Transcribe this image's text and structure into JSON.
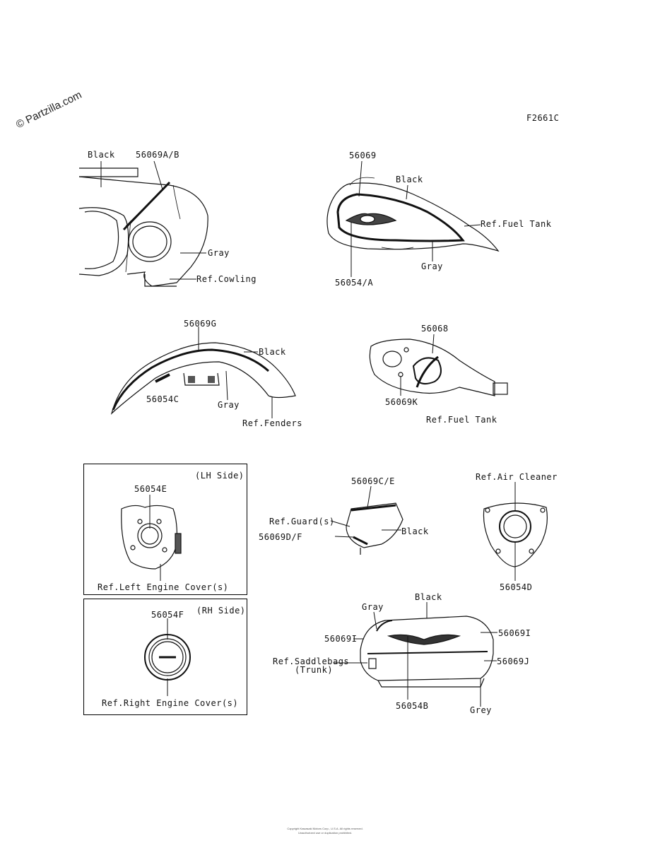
{
  "watermark": "© Partzilla.com",
  "figure_code": "F2661C",
  "labels": {
    "black_cowl": "Black",
    "p56069AB": "56069A/B",
    "gray_cowl": "Gray",
    "ref_cowling": "Ref.Cowling",
    "p56069": "56069",
    "black_tank": "Black",
    "ref_fuel_tank_1": "Ref.Fuel Tank",
    "gray_tank": "Gray",
    "p56054A": "56054/A",
    "p56069G": "56069G",
    "black_fender": "Black",
    "p56054C": "56054C",
    "gray_fender": "Gray",
    "ref_fenders": "Ref.Fenders",
    "p56068": "56068",
    "p56069K": "56069K",
    "ref_fuel_tank_2": "Ref.Fuel Tank",
    "lh_side": "(LH Side)",
    "p56054E": "56054E",
    "ref_left_engine": "Ref.Left Engine Cover(s)",
    "rh_side": "(RH Side)",
    "p56054F": "56054F",
    "ref_right_engine": "Ref.Right Engine Cover(s)",
    "p56069CE": "56069C/E",
    "ref_guards": "Ref.Guard(s)",
    "p56069DF": "56069D/F",
    "black_guard": "Black",
    "ref_air_cleaner": "Ref.Air Cleaner",
    "p56054D": "56054D",
    "gray_trunk": "Gray",
    "black_trunk": "Black",
    "p56069I_left": "56069I",
    "p56069I_right": "56069I",
    "ref_saddlebags": "Ref.Saddlebags",
    "trunk": "(Trunk)",
    "p56069J": "56069J",
    "p56054B": "56054B",
    "grey_trunk": "Grey"
  },
  "footer": {
    "line1": "Copyright Kawasaki Motors Corp., U.S.A. All rights reserved.",
    "line2": "Unauthorized use or duplication prohibited."
  }
}
